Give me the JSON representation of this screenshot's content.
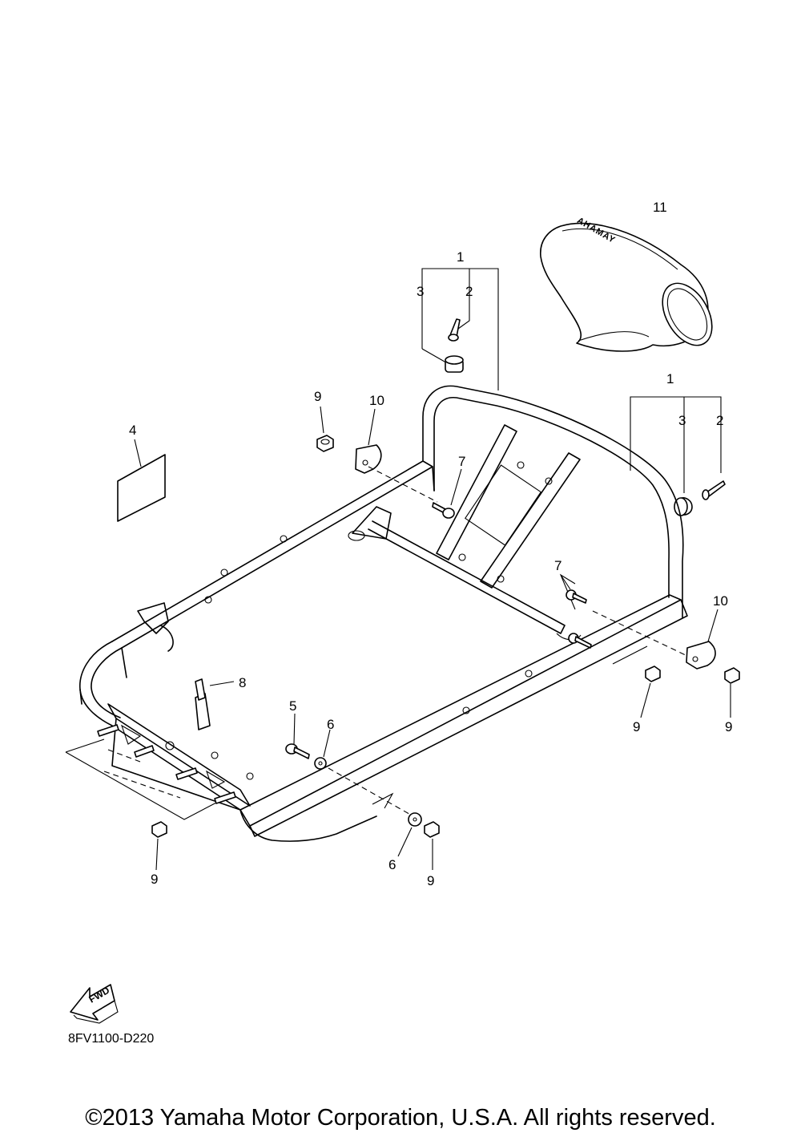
{
  "callouts": {
    "c11": "11",
    "c1_top": "1",
    "c3_top": "3",
    "c2_top": "2",
    "c1_right": "1",
    "c3_right": "3",
    "c2_right": "2",
    "c4": "4",
    "c9_topleft": "9",
    "c10_top": "10",
    "c7_top": "7",
    "c7_right": "7",
    "c10_right": "10",
    "c8": "8",
    "c5": "5",
    "c6_upper": "6",
    "c6_lower": "6",
    "c9_right_a": "9",
    "c9_right_b": "9",
    "c9_bottomleft": "9",
    "c9_bottom": "9"
  },
  "cover_logo": "YAMAHA",
  "fwd_label": "FWD",
  "diagram_code": "8FV1100-D220",
  "copyright": "©2013 Yamaha Motor Corporation, U.S.A. All rights reserved."
}
